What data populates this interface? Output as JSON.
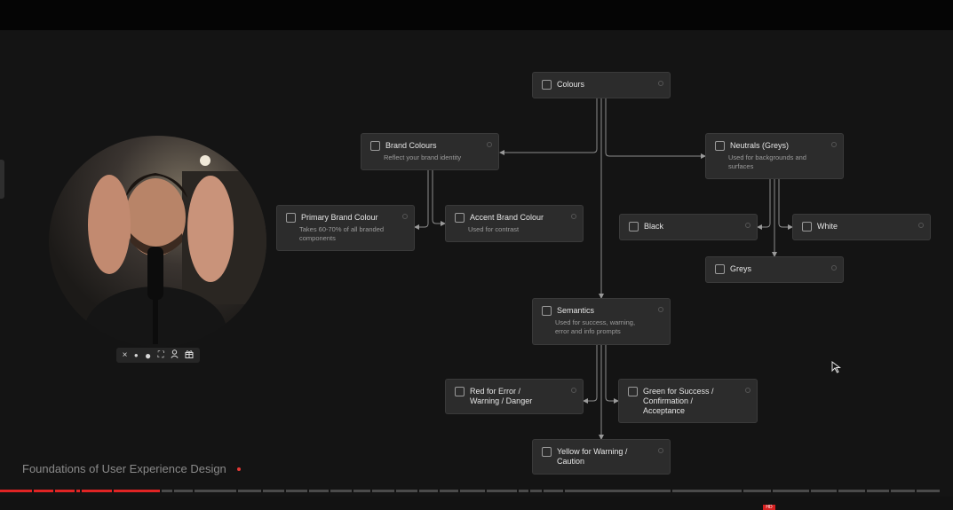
{
  "video": {
    "title": "Foundations of User Experience Design",
    "accent_color": "#e02424",
    "progress_fraction": 0.17,
    "hd_label": "HD"
  },
  "webcam_controls": [
    "close-icon",
    "dot-icon",
    "record-circle-icon",
    "fullscreen-icon",
    "person-icon",
    "gift-icon"
  ],
  "diagram": {
    "colours": {
      "title": "Colours"
    },
    "brand": {
      "title": "Brand Colours",
      "subtitle": "Reflect your brand identity"
    },
    "neutrals": {
      "title": "Neutrals (Greys)",
      "subtitle_1": "Used for backgrounds and",
      "subtitle_2": "surfaces"
    },
    "primary": {
      "title": "Primary Brand Colour",
      "subtitle_1": "Takes 60-70% of all branded",
      "subtitle_2": "components"
    },
    "accent": {
      "title": "Accent Brand Colour",
      "subtitle": "Used for contrast"
    },
    "black": {
      "title": "Black"
    },
    "white": {
      "title": "White"
    },
    "greys": {
      "title": "Greys"
    },
    "semantics": {
      "title": "Semantics",
      "subtitle_1": "Used for success, warning,",
      "subtitle_2": "error and info prompts"
    },
    "red": {
      "title_1": "Red for Error /",
      "title_2": "Warning / Danger"
    },
    "green": {
      "title_1": "Green for Success /",
      "title_2": "Confirmation /",
      "title_3": "Acceptance"
    },
    "yellow": {
      "title_1": "Yellow for Warning /",
      "title_2": "Caution"
    }
  }
}
